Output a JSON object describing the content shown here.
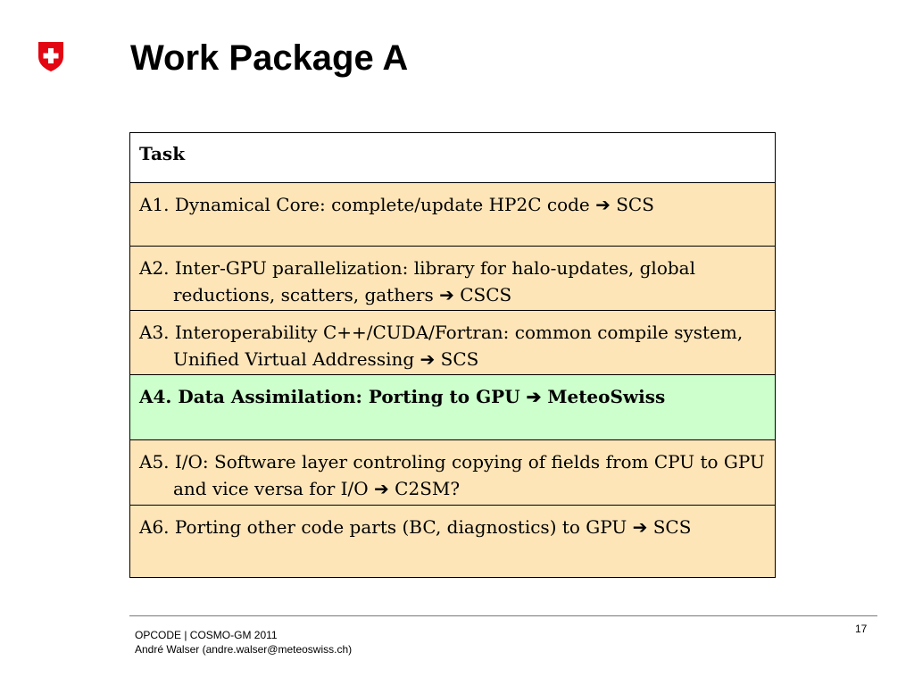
{
  "slide": {
    "title": "Work Package A",
    "page_number": "17"
  },
  "table": {
    "header": "Task",
    "rows": [
      {
        "text": "A1. Dynamical Core: complete/update HP2C code ➔ SCS",
        "highlight": "peach"
      },
      {
        "text": "A2. Inter-GPU parallelization: library for halo-updates, global reductions, scatters, gathers ➔ CSCS",
        "highlight": "peach"
      },
      {
        "text": "A3. Interoperability C++/CUDA/Fortran: common compile system, Unified Virtual Addressing ➔ SCS",
        "highlight": "peach"
      },
      {
        "text": "A4. Data Assimilation: Porting to GPU ➔ MeteoSwiss",
        "highlight": "green"
      },
      {
        "text": "A5. I/O: Software layer controling copying of fields from CPU to GPU and vice versa for I/O ➔ C2SM?",
        "highlight": "peach"
      },
      {
        "text": "A6. Porting other code parts (BC, diagnostics) to GPU ➔ SCS",
        "highlight": "peach"
      }
    ]
  },
  "footer": {
    "line1": "OPCODE | COSMO-GM 2011",
    "line2": "André Walser (andre.walser@meteoswiss.ch)"
  },
  "colors": {
    "peach_row": "#fde5b8",
    "green_row": "#ccffcc",
    "logo_red": "#e30613"
  },
  "icons": {
    "logo": "swiss-coat-of-arms-icon"
  }
}
